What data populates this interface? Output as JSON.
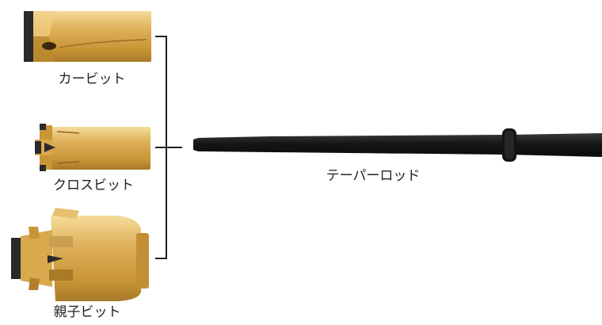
{
  "labels": {
    "car_bit": "カービット",
    "cross_bit": "クロスビット",
    "button_bit": "親子ビット",
    "taper_rod": "テーパーロッド"
  },
  "colors": {
    "bit_gold": "#d9a94e",
    "bit_highlight": "#f2d28c",
    "bit_shadow": "#a97a28",
    "rod_black": "#1c1c1c",
    "bracket": "#222222",
    "carbide_tip": "#2a2a2a"
  }
}
